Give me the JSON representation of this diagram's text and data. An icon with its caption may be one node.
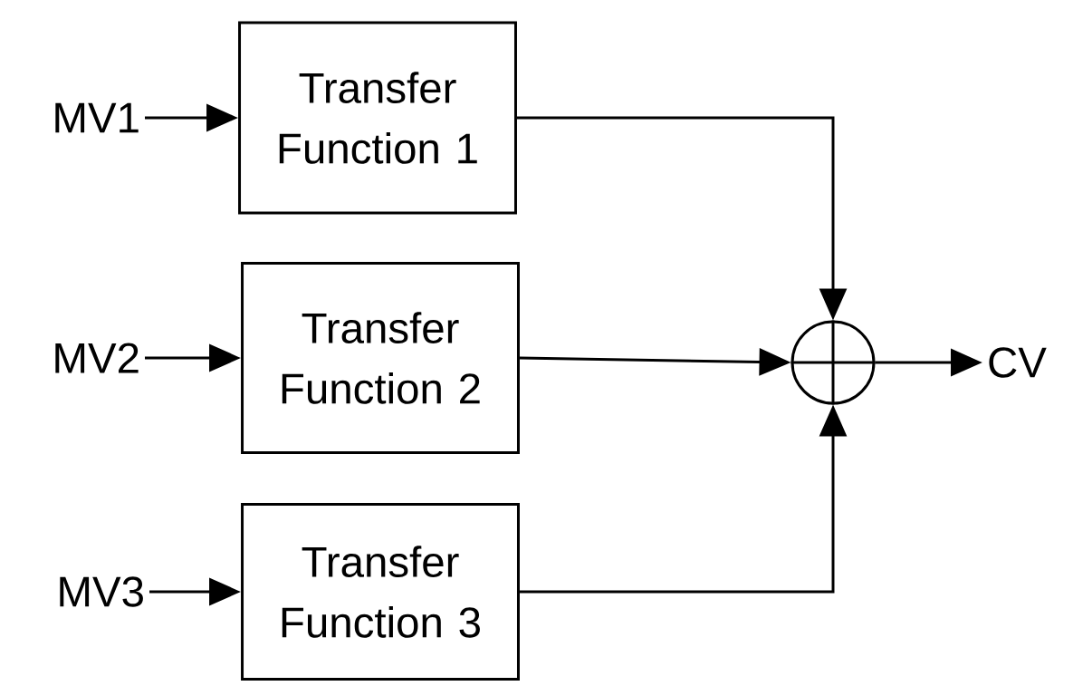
{
  "diagram": {
    "nodes": [
      {
        "text": [
          "MV1"
        ]
      },
      {
        "text": [
          "Transfer Function 1"
        ]
      },
      {
        "text": [
          "MV2"
        ]
      },
      {
        "text": [
          "Transfer Function 2"
        ]
      },
      {
        "text": [
          "MV3"
        ]
      },
      {
        "text": [
          "Transfer Function 3"
        ]
      },
      {
        "text": [],
        "shape": "circle"
      },
      {
        "text": [
          "CV"
        ]
      }
    ],
    "edges": [
      {
        "from": 0,
        "to": 1,
        "arrow": "to"
      },
      {
        "from": 2,
        "to": 3,
        "arrow": "to"
      },
      {
        "from": 4,
        "to": 5,
        "arrow": "to"
      },
      {
        "from": 1,
        "to": 6,
        "arrow": "to"
      },
      {
        "from": 3,
        "to": 6,
        "arrow": "to"
      },
      {
        "from": 5,
        "to": 6,
        "arrow": "to"
      },
      {
        "from": 6,
        "to": 7,
        "arrow": "to"
      }
    ]
  }
}
